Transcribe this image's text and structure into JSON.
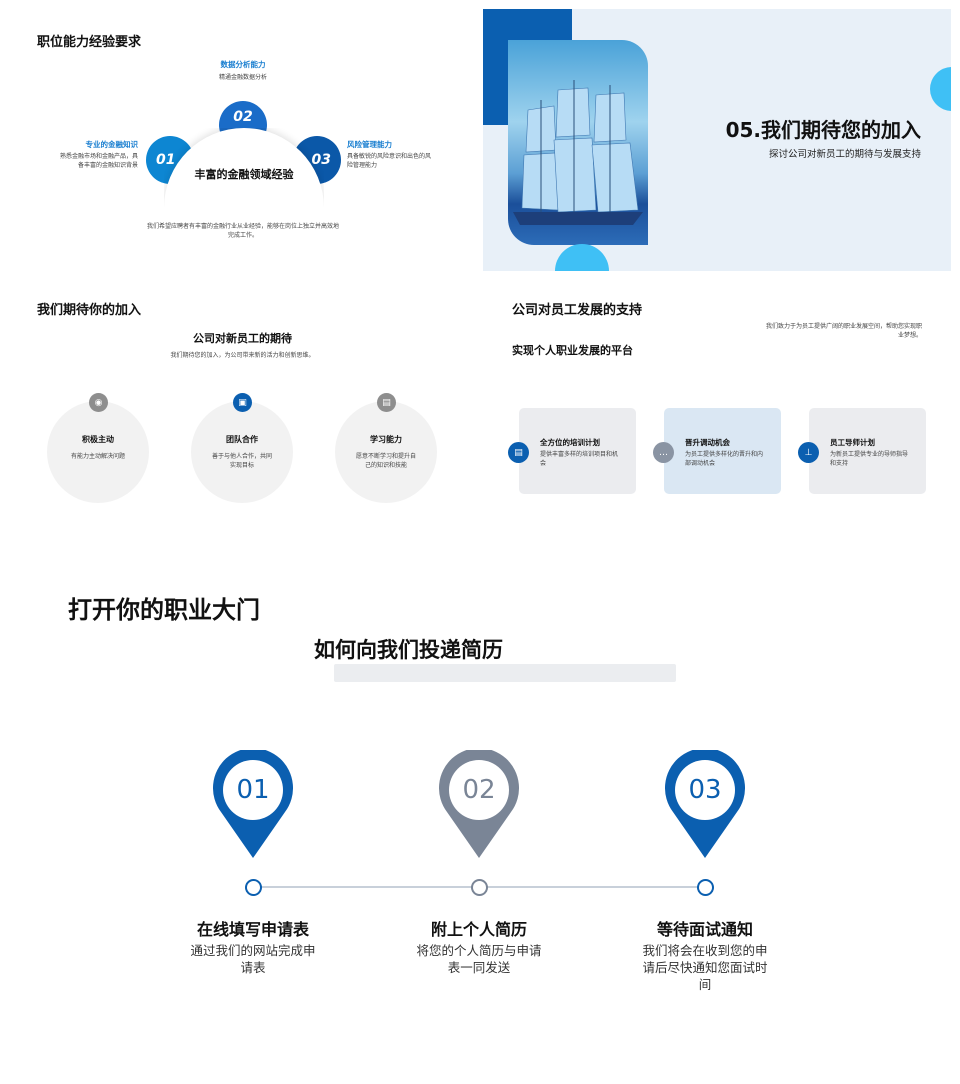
{
  "slide1": {
    "title": "职位能力经验要求",
    "center": "丰富的金融领域经验",
    "items": [
      {
        "num": "01",
        "title": "专业的金融知识",
        "desc": "熟悉金融市场和金融产品，具备丰富的金融知识背景"
      },
      {
        "num": "02",
        "title": "数据分析能力",
        "desc": "精通金融数据分析"
      },
      {
        "num": "03",
        "title": "风险管理能力",
        "desc": "具备敏锐的风险意识和出色的风险管理能力"
      }
    ],
    "footer": "我们希望应聘者有丰富的金融行业从业经验，能够在岗位上独立并高效地完成工作。"
  },
  "slide2": {
    "title": "05.我们期待您的加入",
    "subtitle": "探讨公司对新员工的期待与发展支持"
  },
  "slide3": {
    "title": "我们期待你的加入",
    "heading": "公司对新员工的期待",
    "intro": "我们期待您的加入，为公司带来新的活力和创新思维。",
    "items": [
      {
        "icon": "target-icon",
        "title": "积极主动",
        "desc": "有能力主动解决问题"
      },
      {
        "icon": "image-icon",
        "title": "团队合作",
        "desc": "善于与他人合作，共同实现目标"
      },
      {
        "icon": "briefcase-icon",
        "title": "学习能力",
        "desc": "愿意不断学习和提升自己的知识和技能"
      }
    ]
  },
  "slide4": {
    "title": "公司对员工发展的支持",
    "subtitle": "实现个人职业发展的平台",
    "intro": "我们致力于为员工提供广阔的职业发展空间，帮助您实现职业梦想。",
    "cards": [
      {
        "icon": "document-icon",
        "title": "全方位的培训计划",
        "desc": "提供丰富多样的培训项目和机会"
      },
      {
        "icon": "chat-icon",
        "title": "晋升调动机会",
        "desc": "为员工提供多样化的晋升和内部调动机会"
      },
      {
        "icon": "org-chart-icon",
        "title": "员工导师计划",
        "desc": "为新员工提供专业的导师指导和支持"
      }
    ]
  },
  "slide5": {
    "title": "打开你的职业大门",
    "heading": "如何向我们投递简历",
    "steps": [
      {
        "num": "01",
        "title": "在线填写申请表",
        "desc": "通过我们的网站完成申请表"
      },
      {
        "num": "02",
        "title": "附上个人简历",
        "desc": "将您的个人简历与申请表一同发送"
      },
      {
        "num": "03",
        "title": "等待面试通知",
        "desc": "我们将会在收到您的申请后尽快通知您面试时间"
      }
    ]
  },
  "colors": {
    "primary": "#0b5fb0",
    "gray": "#7a8596",
    "cyan": "#3fc0f5",
    "light": "#e8f0f8"
  }
}
